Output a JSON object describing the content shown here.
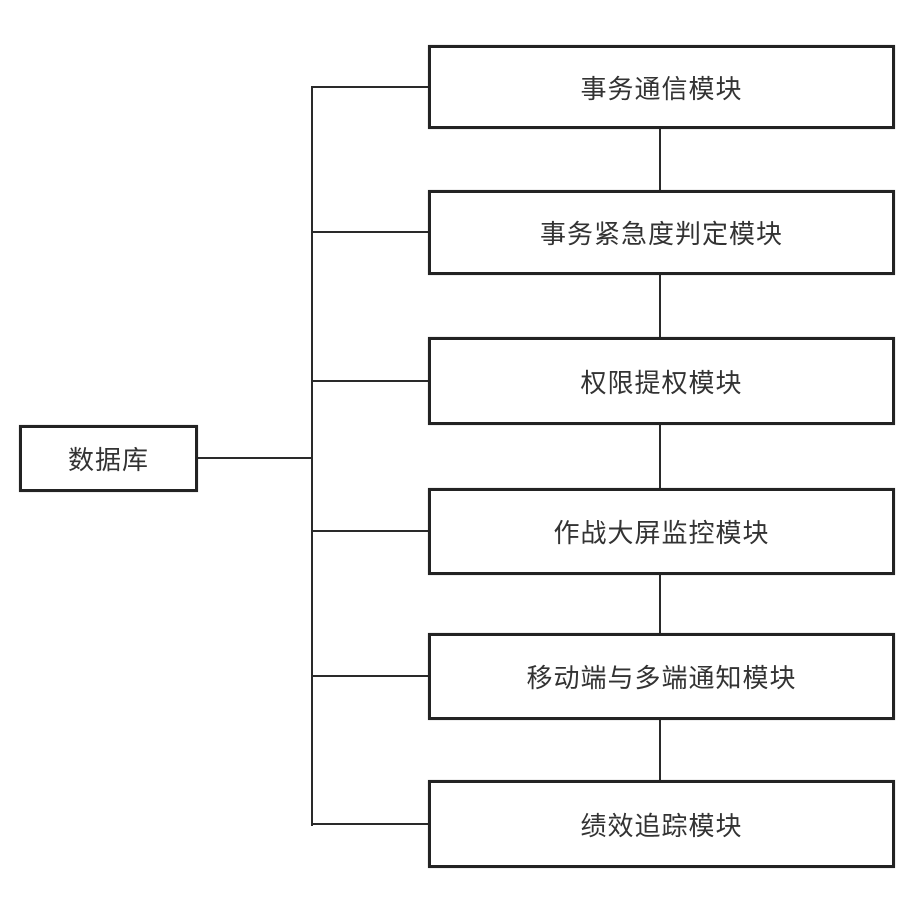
{
  "diagram": {
    "type": "block-diagram",
    "database": {
      "label": "数据库"
    },
    "modules": [
      {
        "label": "事务通信模块"
      },
      {
        "label": "事务紧急度判定模块"
      },
      {
        "label": "权限提权模块"
      },
      {
        "label": "作战大屏监控模块"
      },
      {
        "label": "移动端与多端通知模块"
      },
      {
        "label": "绩效追踪模块"
      }
    ],
    "colors": {
      "line": "#2a2a2a",
      "box_border": "#232323",
      "text": "#333333",
      "background": "#ffffff"
    }
  }
}
